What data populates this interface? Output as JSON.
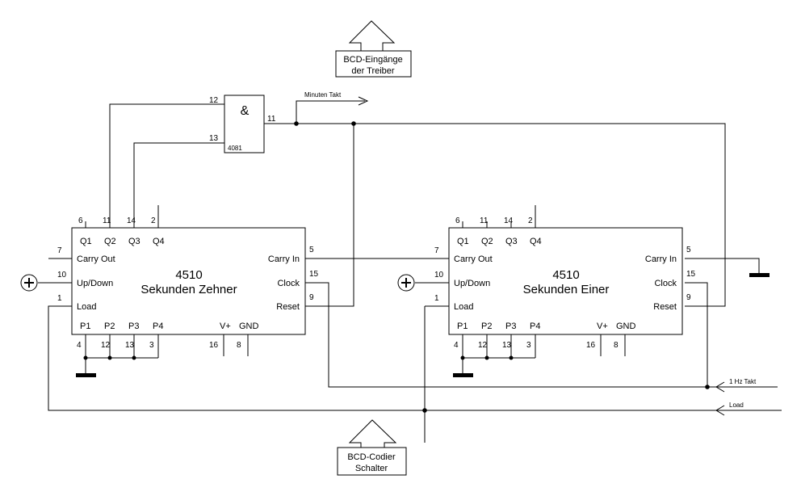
{
  "callouts": {
    "top": [
      "BCD-Eingänge",
      "der Treiber"
    ],
    "bottom": [
      "BCD-Codier",
      "Schalter"
    ]
  },
  "gate": {
    "symbol": "&",
    "part": "4081",
    "pin_in_a": "12",
    "pin_in_b": "13",
    "pin_out": "11"
  },
  "signals": {
    "minuten_takt": "Minuten Takt",
    "hz_takt": "1 Hz Takt",
    "load": "Load"
  },
  "chip_left": {
    "part": "4510",
    "name": "Sekunden Zehner",
    "q_labels": [
      "Q1",
      "Q2",
      "Q3",
      "Q4"
    ],
    "q_pins": [
      "6",
      "11",
      "14",
      "2"
    ],
    "p_labels": [
      "P1",
      "P2",
      "P3",
      "P4"
    ],
    "p_pins": [
      "4",
      "12",
      "13",
      "3"
    ],
    "left_labels": [
      "Carry Out",
      "Up/Down",
      "Load"
    ],
    "left_pins": [
      "7",
      "10",
      "1"
    ],
    "right_labels": [
      "Carry In",
      "Clock",
      "Reset"
    ],
    "right_pins": [
      "5",
      "15",
      "9"
    ],
    "vplus": "V+",
    "gnd": "GND",
    "vplus_pin": "16",
    "gnd_pin": "8"
  },
  "chip_right": {
    "part": "4510",
    "name": "Sekunden Einer",
    "q_labels": [
      "Q1",
      "Q2",
      "Q3",
      "Q4"
    ],
    "q_pins": [
      "6",
      "11",
      "14",
      "2"
    ],
    "p_labels": [
      "P1",
      "P2",
      "P3",
      "P4"
    ],
    "p_pins": [
      "4",
      "12",
      "13",
      "3"
    ],
    "left_labels": [
      "Carry Out",
      "Up/Down",
      "Load"
    ],
    "left_pins": [
      "7",
      "10",
      "1"
    ],
    "right_labels": [
      "Carry In",
      "Clock",
      "Reset"
    ],
    "right_pins": [
      "5",
      "15",
      "9"
    ],
    "vplus": "V+",
    "gnd": "GND",
    "vplus_pin": "16",
    "gnd_pin": "8"
  }
}
